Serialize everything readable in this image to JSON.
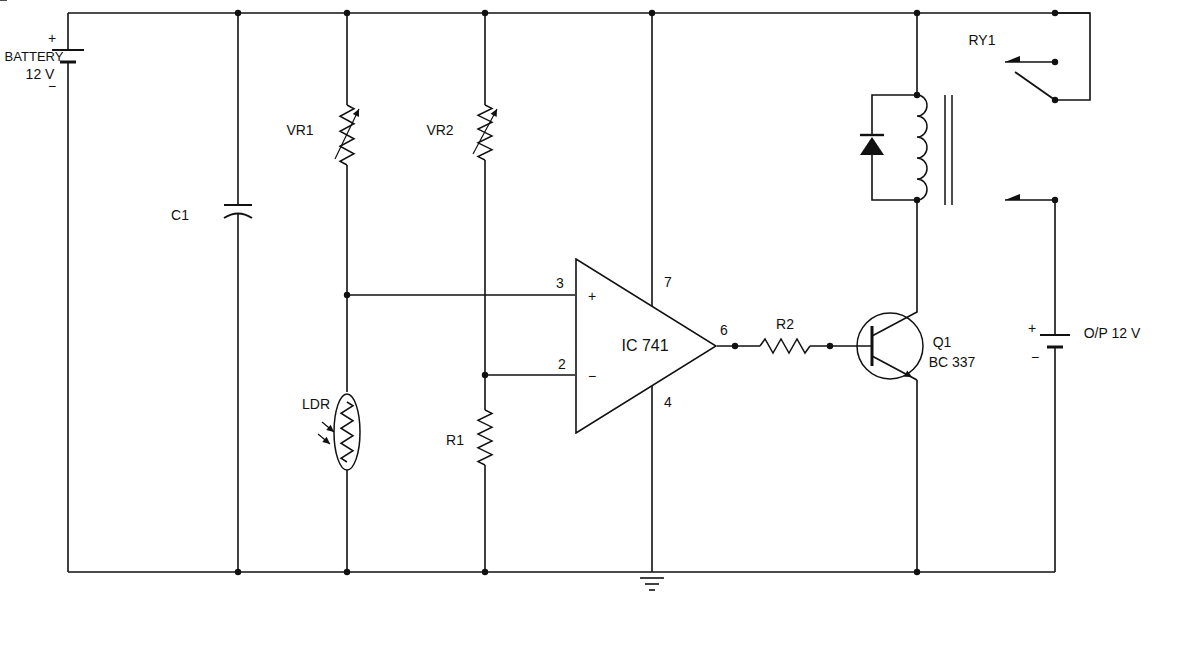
{
  "diagram": {
    "nodes": [
      {
        "text": [
          "IC 741"
        ]
      }
    ],
    "labels": [
      "+",
      "BATTERY",
      "12 V",
      "−",
      "C1",
      "VR1",
      "VR2",
      "3",
      "+",
      "7",
      "2",
      "−",
      "4",
      "6",
      "LDR",
      "R1",
      "R2",
      "Q1",
      "BC 337",
      "RY1",
      "+",
      "O/P 12 V",
      "−"
    ]
  }
}
